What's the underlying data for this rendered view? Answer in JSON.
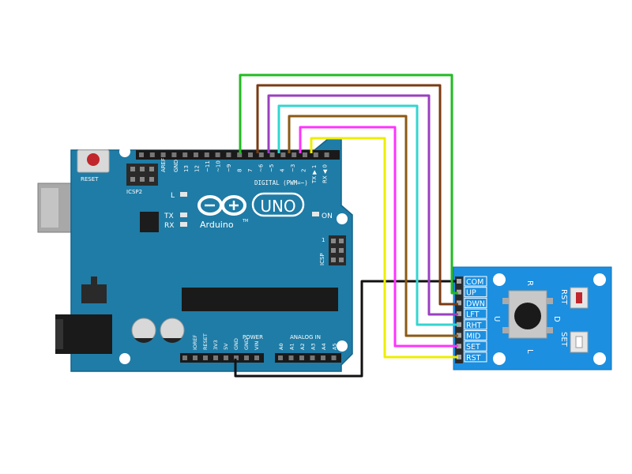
{
  "arduino": {
    "reset_label": "RESET",
    "icsp2_label": "ICSP2",
    "icsp_label": "ICSP",
    "aref_label": "AREF",
    "gnd_label": "GND",
    "pins_top": [
      "13",
      "12",
      "~11",
      "~10",
      "~9",
      "8",
      "7",
      "~6",
      "~5",
      "4",
      "~3",
      "2",
      "TX ▶ 1",
      "RX ◀ 0"
    ],
    "digital_label": "DIGITAL (PWM=~)",
    "led_l": "L",
    "led_tx": "TX",
    "led_rx": "RX",
    "on_label": "ON",
    "brand_uno": "UNO",
    "brand_arduino": "Arduino",
    "tm": "TM",
    "icsp_pin1": "1",
    "power_label": "POWER",
    "analog_label": "ANALOG IN",
    "power_pins": [
      "IOREF",
      "RESET",
      "3V3",
      "5V",
      "GND",
      "GND",
      "VIN"
    ],
    "analog_pins": [
      "A0",
      "A1",
      "A2",
      "A3",
      "A4",
      "A5"
    ]
  },
  "module": {
    "pins": [
      "COM",
      "UP",
      "DWN",
      "LFT",
      "RHT",
      "MID",
      "SET",
      "RST"
    ],
    "dir_r": "R",
    "dir_u": "U",
    "dir_d": "D",
    "dir_l": "L",
    "rst_label": "RST",
    "set_label": "SET"
  },
  "colors": {
    "board": "#1f7ca6",
    "module": "#1c8fe0",
    "wire_com": "#111111",
    "wire_up": "#22bb22",
    "wire_dwn": "#7a3b12",
    "wire_lft": "#9b3fc0",
    "wire_rht": "#33d6d0",
    "wire_mid": "#8b5a14",
    "wire_set": "#ff33ff",
    "wire_rst": "#eeee00"
  }
}
